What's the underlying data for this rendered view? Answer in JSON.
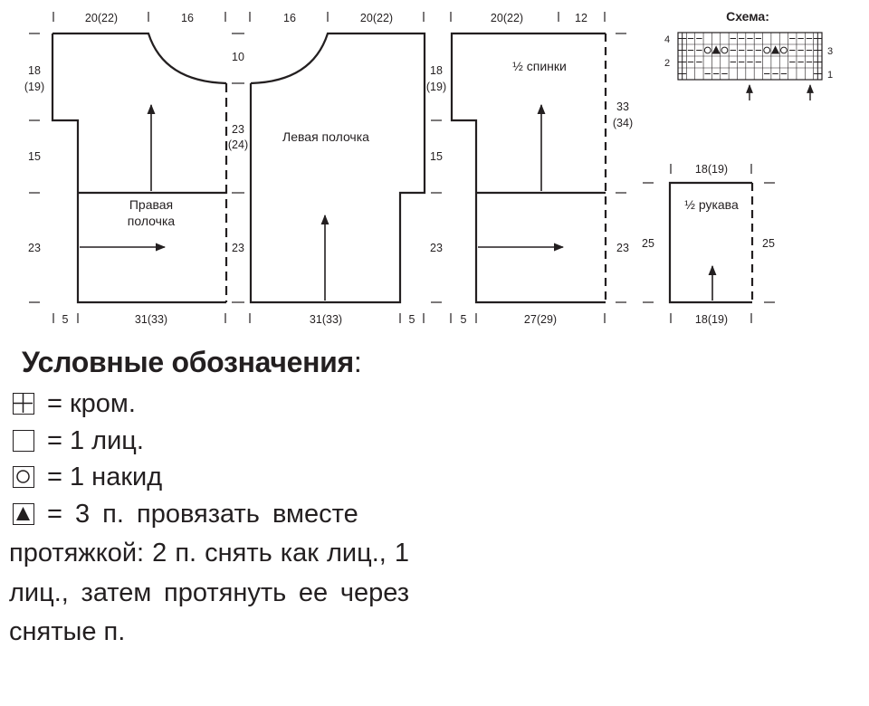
{
  "pattern": {
    "right_front": {
      "label_line1": "Правая",
      "label_line2": "полочка",
      "top_widths": [
        "20(22)",
        "16"
      ],
      "bottom_widths": [
        "5",
        "31(33)"
      ],
      "heights_left": [
        "18",
        "(19)",
        "15",
        "23"
      ],
      "heights_right": [
        "10",
        "23",
        "(24)",
        "23"
      ]
    },
    "left_front": {
      "label": "Левая полочка",
      "top_widths": [
        "16",
        "20(22)"
      ],
      "bottom_widths": [
        "31(33)",
        "5"
      ]
    },
    "back": {
      "label": "½ спинки",
      "top_widths": [
        "20(22)",
        "12"
      ],
      "bottom_widths": [
        "5",
        "27(29)"
      ],
      "heights_left": [
        "18",
        "(19)",
        "15",
        "23"
      ],
      "heights_right": [
        "33",
        "(34)",
        "23"
      ]
    },
    "sleeve": {
      "label": "½ рукава",
      "top_width": "18(19)",
      "bottom_width": "18(19)",
      "height_left": "25",
      "height_right": "25"
    },
    "scheme": {
      "title": "Схема:",
      "row_numbers_left": [
        "4",
        "2"
      ],
      "row_numbers_right": [
        "3",
        "1"
      ]
    }
  },
  "legend": {
    "title": "Условные обозначения",
    "title_colon": ":",
    "items": [
      {
        "symbol": "edge-stitch",
        "text": "= кром."
      },
      {
        "symbol": "knit-stitch",
        "text": "= 1 лиц."
      },
      {
        "symbol": "yarn-over",
        "text": "= 1 накид"
      },
      {
        "symbol": "three-together",
        "text": "= 3 п. провязать вместе"
      }
    ],
    "continuation": "протяжкой: 2 п. снять как лиц., 1 лиц., затем протянуть ее через снятые п."
  }
}
